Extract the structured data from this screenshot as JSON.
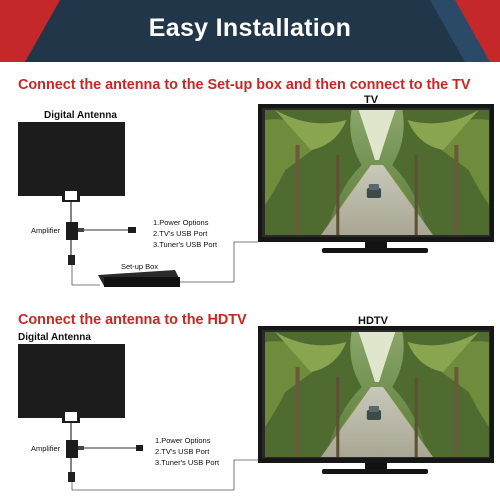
{
  "header": {
    "title": "Easy Installation"
  },
  "section1": {
    "caption": "Connect the antenna to the Set-up box and then connect to the TV",
    "antenna_label": "Digital Antenna",
    "amplifier_label": "Amplifier",
    "box_label": "Set-up Box",
    "tv_label": "TV",
    "options": [
      "1.Power Options",
      "2.TV's USB Port",
      "3.Tuner's USB Port"
    ]
  },
  "section2": {
    "caption": "Connect the antenna to the HDTV",
    "antenna_label": "Digital Antenna",
    "amplifier_label": "Amplifier",
    "tv_label": "HDTV",
    "options": [
      "1.Power Options",
      "2.TV's USB Port",
      "3.Tuner's USB Port"
    ]
  },
  "colors": {
    "banner": "#22364a",
    "banner_accent": "#c4282a",
    "caption": "#cc2622",
    "antenna": "#1c1c1c"
  }
}
